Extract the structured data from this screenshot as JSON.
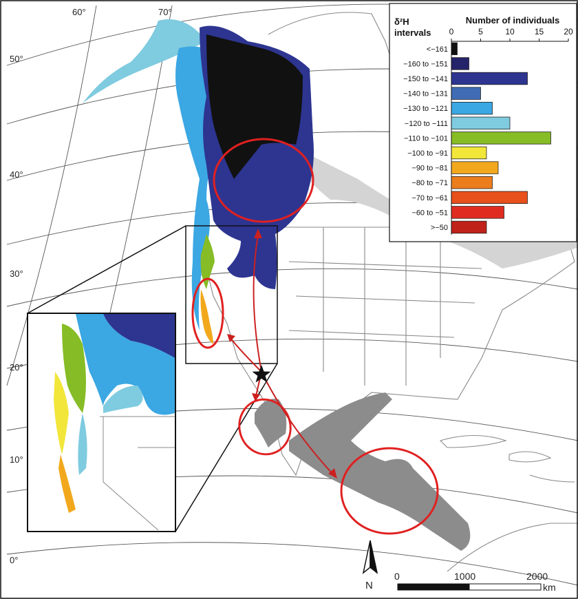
{
  "map": {
    "latitude_labels": [
      "50°",
      "40°",
      "30°",
      "20°",
      "10°",
      "0°"
    ],
    "longitude_labels": [
      "60°",
      "70°"
    ],
    "north_label": "N",
    "scale_labels": [
      "0",
      "1000",
      "2000"
    ],
    "scale_unit": "km",
    "colors": {
      "land_outline": "#888888",
      "breeding_range": "#d4d4d4",
      "wintering_range": "#8c8c8c",
      "ellipse": "#e02020",
      "arrow": "#cc2020"
    }
  },
  "chart_data": {
    "type": "bar",
    "orientation": "horizontal",
    "title": "Number of individuals",
    "ylabel": "δ²H intervals",
    "xlim": [
      0,
      20
    ],
    "xticks": [
      0,
      5,
      10,
      15,
      20
    ],
    "categories": [
      "<−161",
      "−160 to −151",
      "−150 to −141",
      "−140 to −131",
      "−130 to −121",
      "−120 to −111",
      "−110 to −101",
      "−100 to −91",
      "−90 to −81",
      "−80 to −71",
      "−70 to −61",
      "−60 to −51",
      ">−50"
    ],
    "values": [
      1,
      3,
      13,
      5,
      7,
      10,
      17,
      6,
      8,
      7,
      13,
      9,
      6
    ],
    "colors": [
      "#111111",
      "#25246a",
      "#2d3591",
      "#3f6cb5",
      "#3ba7e3",
      "#7fcbe0",
      "#86bc25",
      "#f2e63a",
      "#f2a81d",
      "#ec7d1c",
      "#e8501c",
      "#e02c20",
      "#c0221a"
    ]
  }
}
